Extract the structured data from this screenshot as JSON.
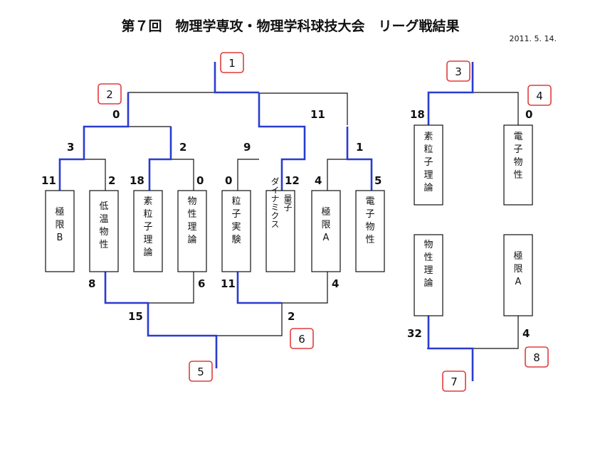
{
  "title": "第７回　物理学専攻・物理学科球技大会　リーグ戦結果",
  "date": "2011. 5. 14.",
  "colors": {
    "win_line": "#2a3bd1",
    "line": "#111111",
    "game_box_border": "#e03c3c"
  },
  "left_bracket": {
    "teams": [
      {
        "name_lines": [
          "極",
          "限",
          "B"
        ],
        "score": "11"
      },
      {
        "name_lines": [
          "低",
          "温",
          "物",
          "性"
        ],
        "score": "2"
      },
      {
        "name_lines": [
          "素",
          "粒",
          "子",
          "理",
          "論"
        ],
        "score": "18"
      },
      {
        "name_lines": [
          "物",
          "性",
          "理",
          "論"
        ],
        "score": "0"
      },
      {
        "name_lines": [
          "粒",
          "子",
          "実",
          "験"
        ],
        "score": "0"
      },
      {
        "name_lines": [
          "ダイナミクス",
          "量子"
        ],
        "score": "12"
      },
      {
        "name_lines": [
          "極",
          "限",
          "A"
        ],
        "score": "4"
      },
      {
        "name_lines": [
          "電",
          "子",
          "物",
          "性"
        ],
        "score": "5"
      }
    ],
    "round2_scores": [
      "3",
      "2",
      "9",
      "1"
    ],
    "final_scores": [
      "0",
      "11"
    ],
    "game_numbers": [
      "1",
      "2"
    ],
    "losers_bracket": {
      "scores_first": [
        "8",
        "6",
        "11",
        "4"
      ],
      "scores_final": [
        "15",
        "2"
      ],
      "game_numbers": [
        "5",
        "6"
      ]
    }
  },
  "right_bracket": {
    "top_match": {
      "teams": [
        {
          "name_lines": [
            "素",
            "粒",
            "子",
            "理",
            "論"
          ],
          "score": "18"
        },
        {
          "name_lines": [
            "電",
            "子",
            "物",
            "性"
          ],
          "score": "0"
        }
      ],
      "game_numbers": [
        "3",
        "4"
      ]
    },
    "bottom_match": {
      "teams": [
        {
          "name_lines": [
            "物",
            "性",
            "理",
            "論"
          ],
          "score": "32"
        },
        {
          "name_lines": [
            "極",
            "限",
            "A"
          ],
          "score": "4"
        }
      ],
      "game_numbers": [
        "7",
        "8"
      ]
    }
  }
}
